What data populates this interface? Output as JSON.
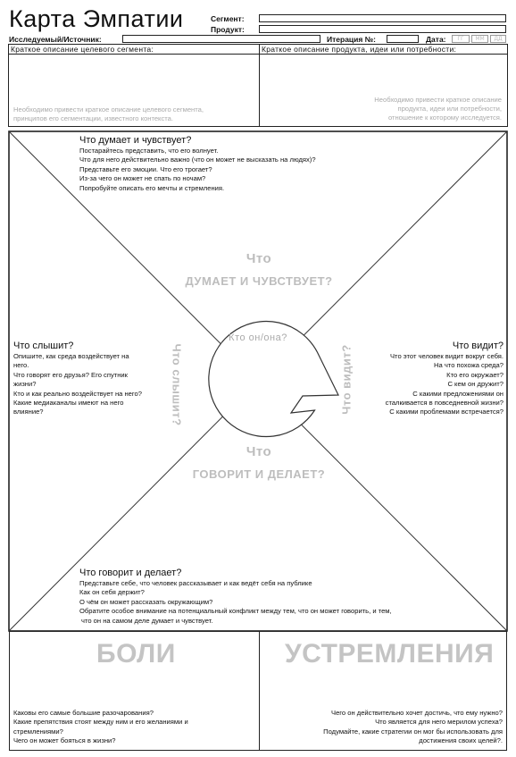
{
  "header": {
    "title": "Карта Эмпатии",
    "segment_label": "Сегмент:",
    "product_label": "Продукт:",
    "researched_label": "Исследуемый/Источник:",
    "iteration_label": "Итерация №:",
    "date_label": "Дата:",
    "date_placeholders": [
      "ГГ",
      "ММ",
      "ДД"
    ]
  },
  "segment_box": {
    "header": "Краткое описание целевого сегмента:",
    "hint": [
      "Необходимо привести краткое описание целевого сегмента,",
      "принципов его сегментации, известного контекста."
    ]
  },
  "product_box": {
    "header": "Краткое описание продукта, идеи или потребности:",
    "hint": [
      "Необходимо привести краткое описание",
      "продукта, идеи или потребности,",
      "отношение к которому исследуется."
    ]
  },
  "map": {
    "center": "Кто он/она?",
    "big_labels": {
      "thinks_line1": "Что",
      "thinks_line2": "ДУМАЕТ И ЧУВСТВУЕТ?",
      "says_line1": "Что",
      "says_line2": "ГОВОРИТ И ДЕЛАЕТ?",
      "hears": "Что слышит?",
      "sees": "Что видит?"
    },
    "thinks": {
      "title": "Что думает и чувствует?",
      "lines": [
        "Постарайтесь представить, что его волнует.",
        "Что для него действительно важно (что он может не высказать на людях)?",
        "Представьте его эмоции. Что его трогает?",
        "Из-за чего он может не спать по ночам?",
        "Попробуйте описать его мечты и стремления."
      ]
    },
    "hears": {
      "title": "Что слышит?",
      "lines": [
        "Опишите, как среда воздействует на",
        "него.",
        "Что говорят его друзья? Его спутник",
        "жизни?",
        "Кто и как реально воздействует на него?",
        "Какие медиаканалы имеют на него",
        "влияние?"
      ]
    },
    "sees": {
      "title": "Что видит?",
      "lines": [
        "Что этот человек видит вокруг себя.",
        "На что похожа среда?",
        "Кто его окружает?",
        "С кем он дружит?",
        "С какими предложениями он",
        "сталкивается в повседневной жизни?",
        "С какими проблемами встречается?"
      ]
    },
    "says": {
      "title": "Что говорит и делает?",
      "lines": [
        "Представьте себе, что человек рассказывает и как ведёт себя на публике",
        "Как он себя держит?",
        "О чём он может рассказать окружающим?",
        "Обратите особое внимание на потенциальный конфликт между тем, что он может говорить, и тем,",
        "что он на самом деле думает и чувствует."
      ]
    }
  },
  "pains": {
    "title": "БОЛИ",
    "lines": [
      "Каковы его самые большие разочарования?",
      "Какие препятствия стоят между ним и его желаниями и",
      "стремлениями?",
      "Чего он может бояться в жизни?"
    ]
  },
  "gains": {
    "title": "УСТРЕМЛЕНИЯ",
    "lines": [
      "Чего он действительно хочет достичь, что ему нужно?",
      "Что является для него мерилом успеха?",
      "Подумайте, какие стратегии он мог бы использовать для",
      "достижения своих целей?."
    ]
  }
}
